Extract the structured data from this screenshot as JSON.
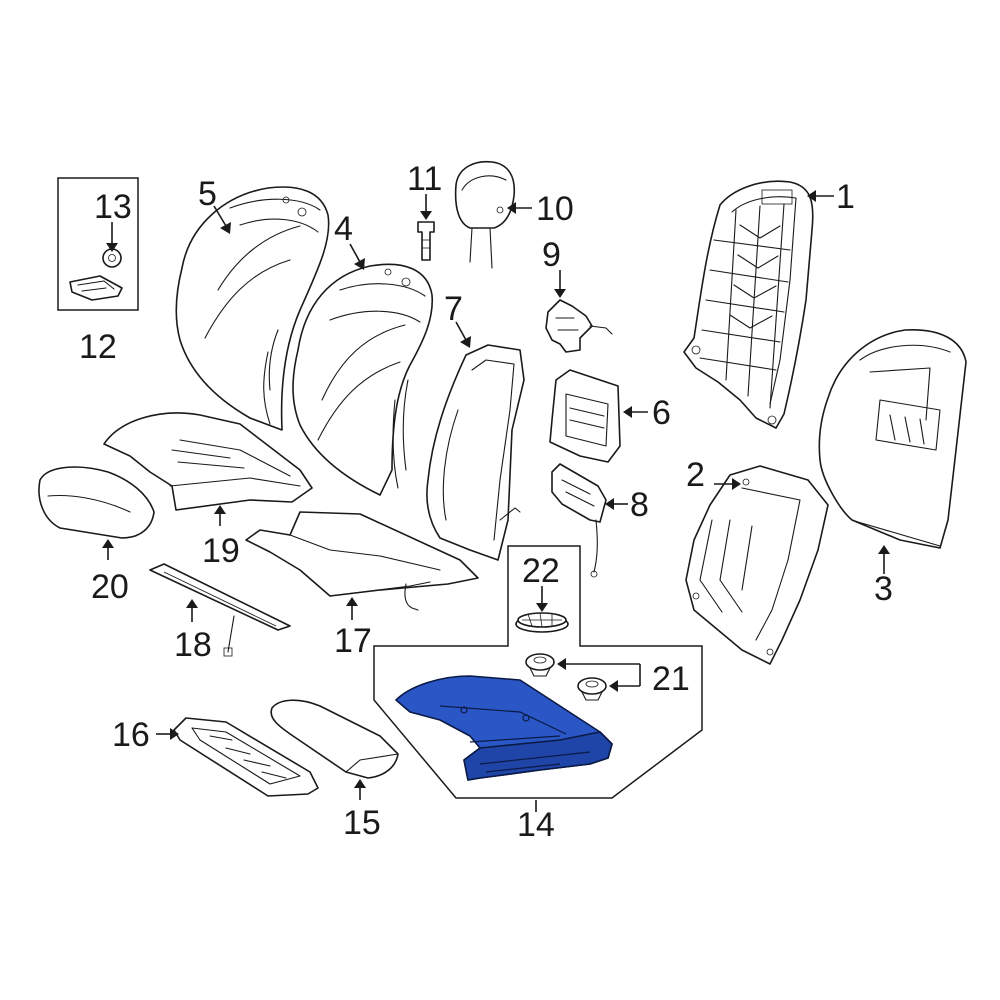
{
  "colors": {
    "line": "#1a1a1a",
    "background": "#ffffff",
    "highlight": "#2a56c6",
    "highlight_dark": "#0b1a44"
  },
  "highlighted_part": "14",
  "callouts": {
    "c1": "1",
    "c2": "2",
    "c3": "3",
    "c4": "4",
    "c5": "5",
    "c6": "6",
    "c7": "7",
    "c8": "8",
    "c9": "9",
    "c10": "10",
    "c11": "11",
    "c12": "12",
    "c13": "13",
    "c14": "14",
    "c15": "15",
    "c16": "16",
    "c17": "17",
    "c18": "18",
    "c19": "19",
    "c20": "20",
    "c21": "21",
    "c22": "22"
  }
}
